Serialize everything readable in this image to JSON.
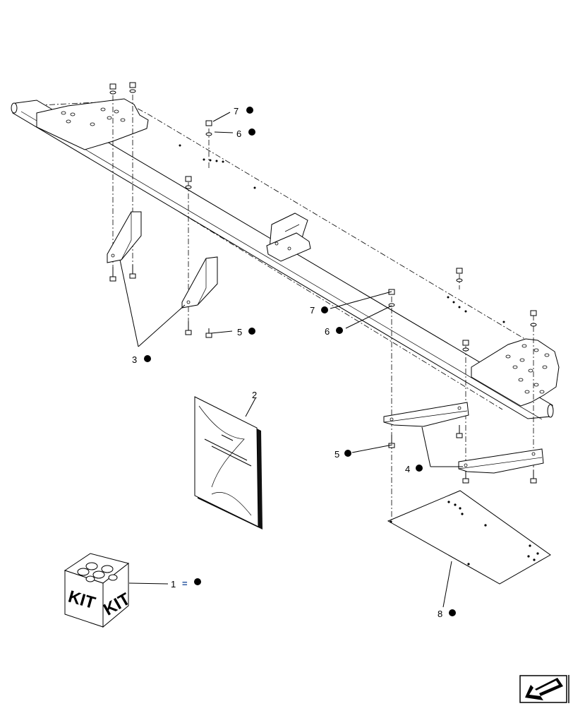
{
  "callouts": {
    "c1": {
      "num": "1",
      "eq": "="
    },
    "c2": {
      "num": "2"
    },
    "c3": {
      "num": "3"
    },
    "c4": {
      "num": "4"
    },
    "c5a": {
      "num": "5"
    },
    "c5b": {
      "num": "5"
    },
    "c6a": {
      "num": "6"
    },
    "c6b": {
      "num": "6"
    },
    "c7a": {
      "num": "7"
    },
    "c7b": {
      "num": "7"
    },
    "c8": {
      "num": "8"
    }
  },
  "kit_box": {
    "face_left": "KIT",
    "face_right": "KIT"
  },
  "icons": {
    "bullet": "filled-circle",
    "nav": "return-arrow-icon"
  }
}
